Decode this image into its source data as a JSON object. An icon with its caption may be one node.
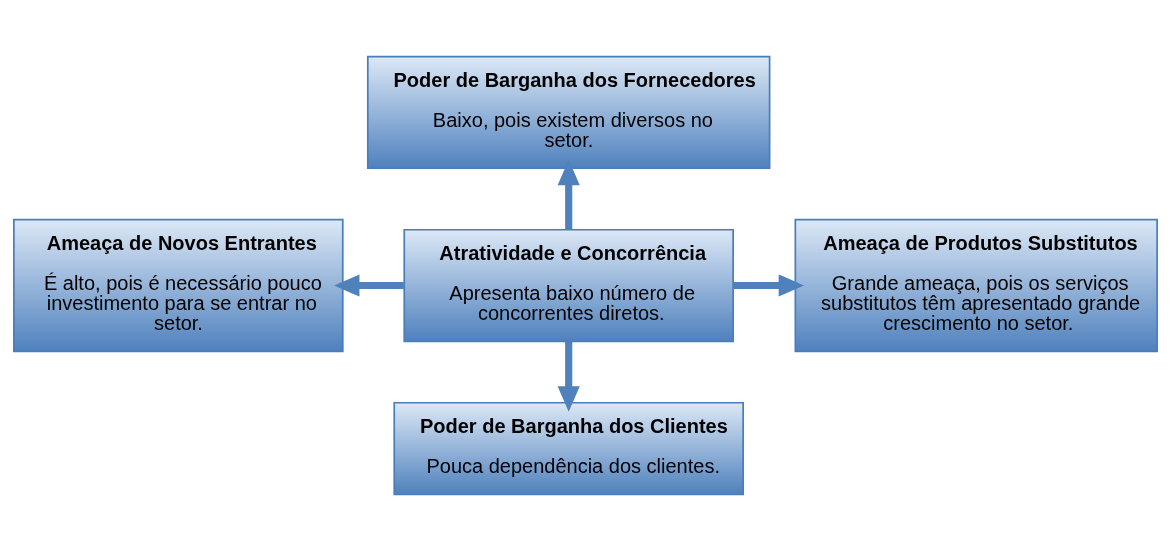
{
  "diagram": {
    "nodes": [
      {
        "text": [
          "Atratividade e Concorrência",
          "Apresenta baixo número de concorrentes diretos."
        ]
      },
      {
        "text": [
          "Poder de Barganha dos Fornecedores",
          "Baixo, pois existem diversos no setor."
        ]
      },
      {
        "text": [
          "Ameaça de Novos Entrantes",
          "É alto, pois é necessário pouco investimento para se entrar no setor."
        ]
      },
      {
        "text": [
          "Ameaça de Produtos Substitutos",
          "Grande ameaça, pois os serviços substitutos têm apresentado grande crescimento no setor."
        ]
      },
      {
        "text": [
          "Poder de Barganha dos Clientes",
          "Pouca dependência dos clientes."
        ]
      }
    ],
    "edges": [
      {
        "from": 0,
        "to": 1,
        "arrow": "to"
      },
      {
        "from": 0,
        "to": 2,
        "arrow": "to"
      },
      {
        "from": 0,
        "to": 3,
        "arrow": "to"
      },
      {
        "from": 0,
        "to": 4,
        "arrow": "to"
      }
    ]
  }
}
